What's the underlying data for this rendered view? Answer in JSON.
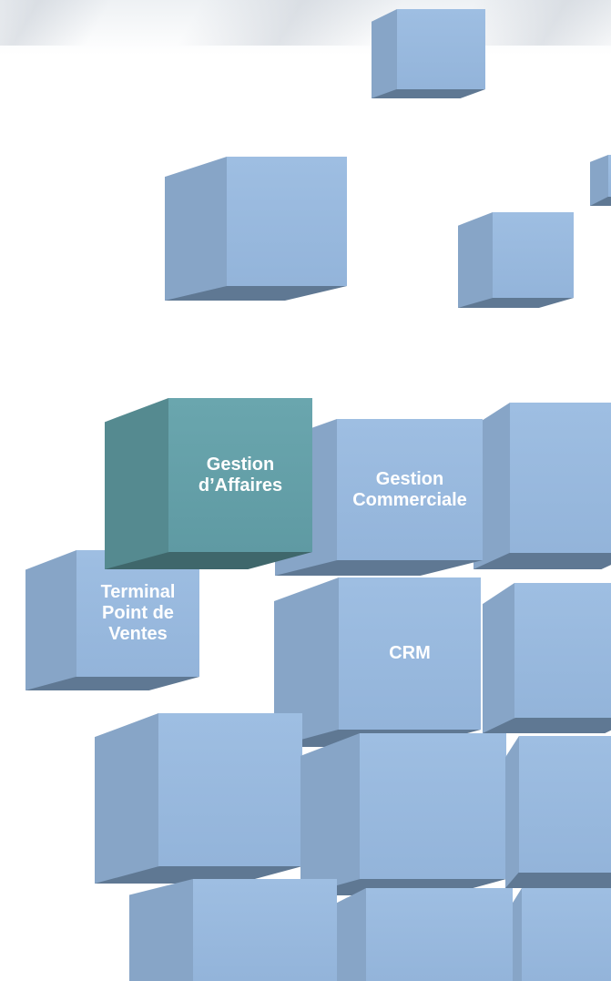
{
  "modules": {
    "gestion_affaires": "Gestion\nd’Affaires",
    "gestion_commerciale": "Gestion\nCommerciale",
    "terminal_point_de_ventes": "Terminal\nPoint de\nVentes",
    "crm": "CRM"
  },
  "colors": {
    "cube_front": "#9ebee2",
    "cube_side": "#87a5c7",
    "cube_bottom": "#5f7893",
    "highlight_front": "#6aa6ae",
    "highlight_side": "#558a90",
    "highlight_bottom": "#3f676b"
  }
}
